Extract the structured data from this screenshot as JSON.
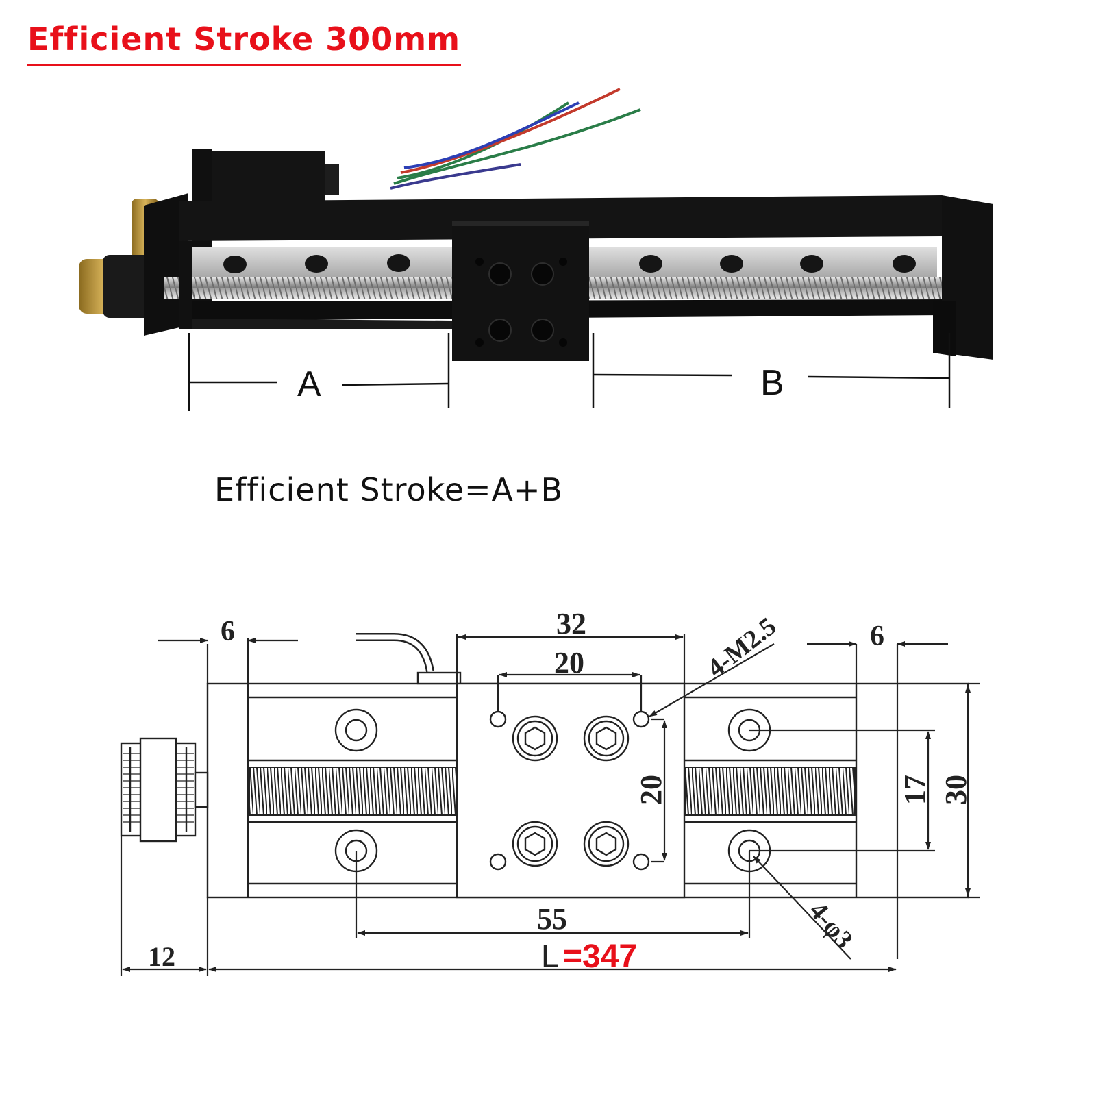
{
  "title": "Efficient Stroke 300mm",
  "formula": "Efficient Stroke=A+B",
  "photo": {
    "label_a": "A",
    "label_b": "B"
  },
  "drawing": {
    "dim_left_plate": "6",
    "dim_right_plate": "6",
    "dim_carriage_width": "32",
    "dim_carriage_holes": "20",
    "dim_carriage_holes_vertical": "20",
    "dim_tapped_holes": "4-M2.5",
    "dim_rail_holes_vertical": "17",
    "dim_total_height": "30",
    "dim_rail_holes_spacing": "55",
    "dim_through_holes": "4-φ3",
    "dim_pulley": "12",
    "length_prefix": "L",
    "length_value": "=347"
  },
  "colors": {
    "accent_red": "#e8101a",
    "line": "#222222",
    "body_black": "#161616",
    "rail_gray": "#c9c9c9"
  }
}
